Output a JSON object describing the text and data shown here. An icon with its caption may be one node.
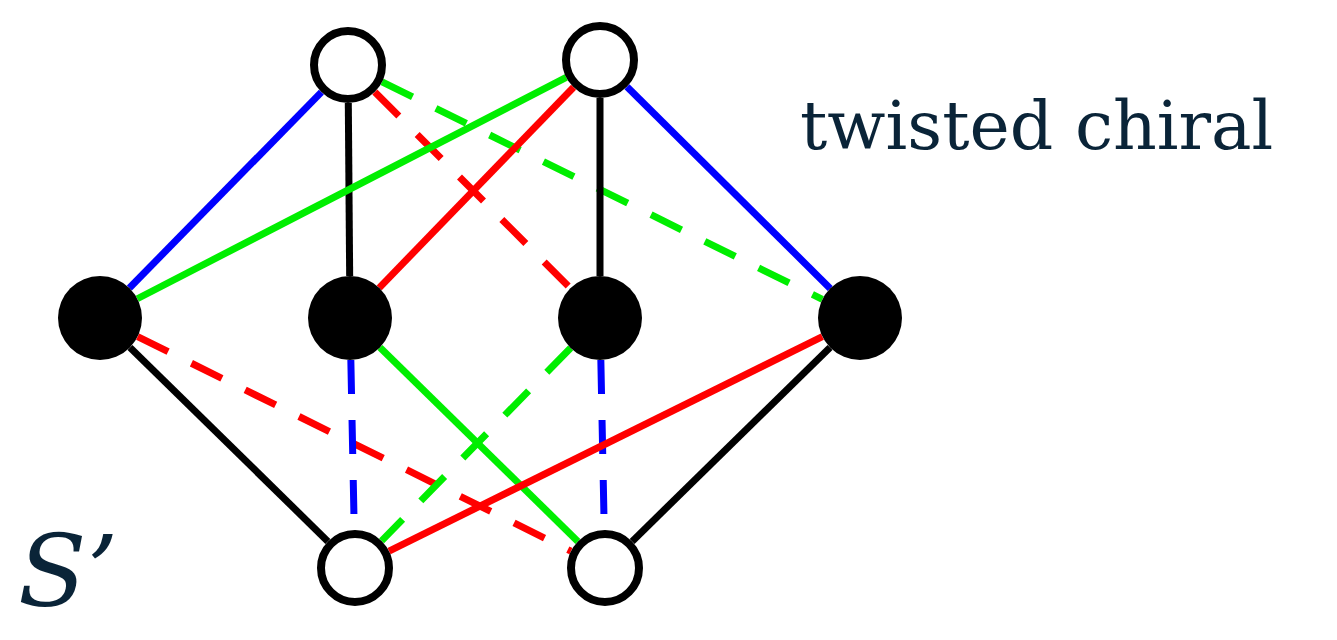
{
  "diagram": {
    "nodes": [
      {
        "text": [],
        "shape": "circle"
      },
      {
        "text": [],
        "shape": "circle"
      },
      {
        "text": [],
        "shape": "dot"
      },
      {
        "text": [],
        "shape": "dot"
      },
      {
        "text": [],
        "shape": "dot"
      },
      {
        "text": [],
        "shape": "dot"
      },
      {
        "text": [],
        "shape": "circle"
      },
      {
        "text": [],
        "shape": "circle"
      }
    ],
    "edges": [
      {
        "from": 0,
        "to": 2,
        "arrow": "none",
        "color": "#0000ff"
      },
      {
        "from": 0,
        "to": 3,
        "arrow": "none",
        "color": "#000000"
      },
      {
        "from": 0,
        "to": 4,
        "arrow": "none",
        "style": "dashed",
        "color": "#ff0000"
      },
      {
        "from": 0,
        "to": 5,
        "arrow": "none",
        "style": "dashed",
        "color": "#00ee00"
      },
      {
        "from": 1,
        "to": 2,
        "arrow": "none",
        "color": "#00ee00"
      },
      {
        "from": 1,
        "to": 3,
        "arrow": "none",
        "color": "#ff0000"
      },
      {
        "from": 1,
        "to": 4,
        "arrow": "none",
        "color": "#000000"
      },
      {
        "from": 1,
        "to": 5,
        "arrow": "none",
        "color": "#0000ff"
      },
      {
        "from": 2,
        "to": 6,
        "arrow": "none",
        "color": "#000000"
      },
      {
        "from": 2,
        "to": 7,
        "arrow": "none",
        "style": "dashed",
        "color": "#ff0000"
      },
      {
        "from": 3,
        "to": 6,
        "arrow": "none",
        "style": "dashed",
        "color": "#0000ff"
      },
      {
        "from": 3,
        "to": 7,
        "arrow": "none",
        "color": "#00ee00"
      },
      {
        "from": 4,
        "to": 6,
        "arrow": "none",
        "style": "dashed",
        "color": "#00ee00"
      },
      {
        "from": 4,
        "to": 7,
        "arrow": "none",
        "style": "dashed",
        "color": "#0000ff"
      },
      {
        "from": 5,
        "to": 6,
        "arrow": "none",
        "color": "#ff0000"
      },
      {
        "from": 5,
        "to": 7,
        "arrow": "none",
        "color": "#000000"
      }
    ],
    "labels": [
      "twisted chiral",
      "S’"
    ]
  }
}
